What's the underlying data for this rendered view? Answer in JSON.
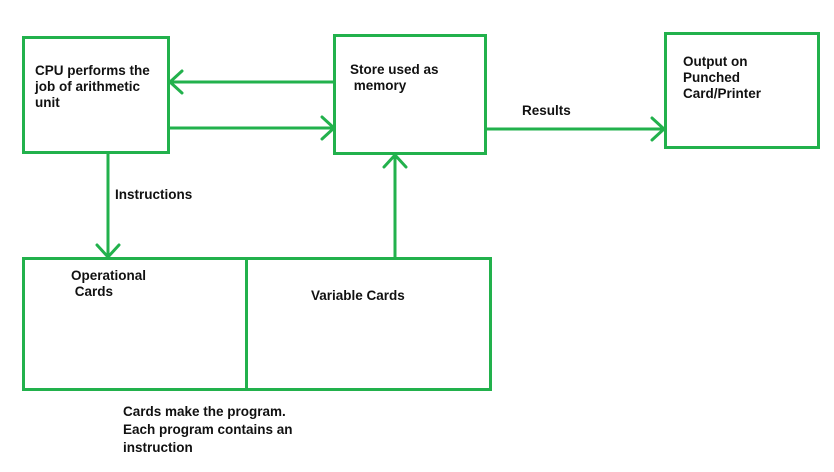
{
  "diagram": {
    "colors": {
      "stroke": "#22b14c",
      "text": "#111111",
      "background": "#ffffff"
    },
    "nodes": {
      "cpu": {
        "label": "CPU performs the\njob of arithmetic\nunit"
      },
      "store": {
        "label": "Store used as\n memory"
      },
      "output": {
        "label": "Output on\nPunched\nCard/Printer"
      },
      "operational": {
        "label": "Operational\n Cards"
      },
      "variable": {
        "label": "Variable Cards"
      }
    },
    "edges": {
      "instructions": {
        "label": "Instructions"
      },
      "results": {
        "label": "Results"
      }
    },
    "caption": "Cards make the program.\nEach program contains an\ninstruction"
  }
}
